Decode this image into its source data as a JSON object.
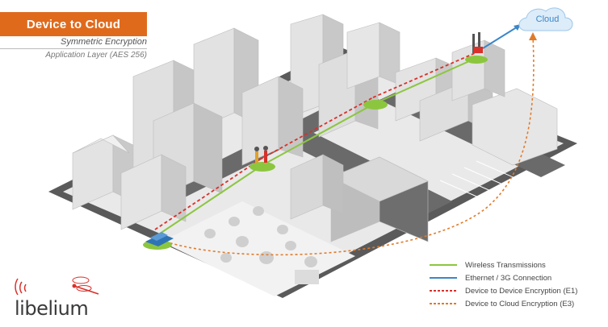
{
  "header": {
    "title": "Device to Cloud",
    "subtitle": "Symmetric Encryption",
    "subtitle2": "Application Layer (AES 256)"
  },
  "cloud": {
    "label": "Cloud",
    "icon": "cloud-icon"
  },
  "legend": {
    "items": [
      {
        "label": "Wireless Transmissions",
        "color": "#8cc63f",
        "style": "solid"
      },
      {
        "label": "Ethernet / 3G Connection",
        "color": "#3b86c9",
        "style": "solid"
      },
      {
        "label": "Device to Device Encryption (E1)",
        "color": "#d9302a",
        "style": "dashed"
      },
      {
        "label": "Device to Cloud Encryption (E3)",
        "color": "#e07b2a",
        "style": "dashed"
      }
    ]
  },
  "logo": {
    "text": "libelium",
    "icon": "dragonfly-icon"
  },
  "colors": {
    "brand_orange": "#e06a1c",
    "road": "#5a5a5a",
    "building": "#d8d8d8",
    "sensor_node": "#8cc63f",
    "car": "#2e74b5"
  }
}
